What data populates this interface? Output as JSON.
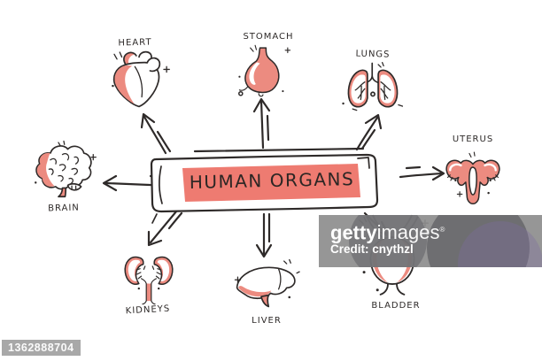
{
  "title": "HUMAN ORGANS",
  "organs": [
    {
      "id": "heart",
      "label": "HEART"
    },
    {
      "id": "stomach",
      "label": "STOMACH"
    },
    {
      "id": "lungs",
      "label": "LUNGS"
    },
    {
      "id": "uterus",
      "label": "UTERUS"
    },
    {
      "id": "brain",
      "label": "BRAIN"
    },
    {
      "id": "kidneys",
      "label": "KIDNEYS"
    },
    {
      "id": "liver",
      "label": "LIVER"
    },
    {
      "id": "bladder",
      "label": "BLADDER"
    }
  ],
  "watermark": {
    "brand_bold": "getty",
    "brand_light": "images",
    "registered_mark": "®",
    "credit": "Credit: cnythzl",
    "image_id": "1362888704"
  },
  "colors": {
    "ink": "#2e2a29",
    "organ_fill": "#ec8b80",
    "banner_fill": "#ee7b71",
    "watermark_band": "#8e8e8e",
    "background": "#ffffff"
  }
}
